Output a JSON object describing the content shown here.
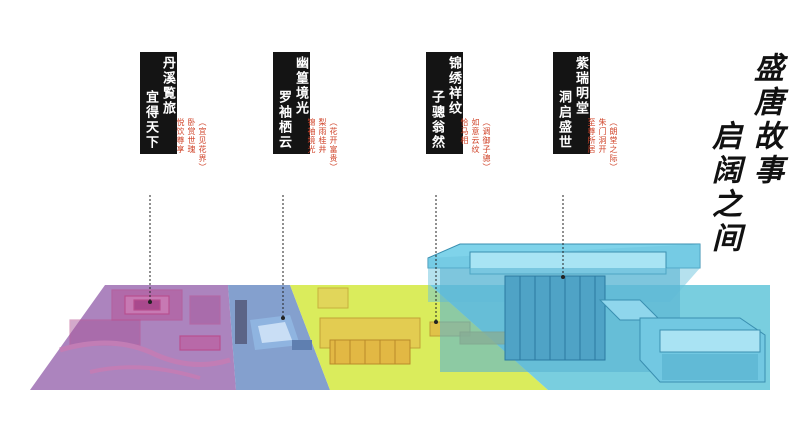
{
  "sections": [
    {
      "title": "丹溪覧旅",
      "subtitle": "宜得天下",
      "note_col1": "（宜见花界）",
      "note_col2": "卧赏世瑰",
      "note_col3": "悦饮尊享",
      "zone_color": "#9d6fb3"
    },
    {
      "title": "幽篁境光",
      "subtitle": "罗袖栖云",
      "note_col1": "（花开富贵）",
      "note_col2": "梨雨桂井",
      "note_col3": "锦袖境光",
      "zone_color": "#6f8fc6"
    },
    {
      "title": "锦绣祥纹",
      "subtitle": "子骢翁然",
      "note_col1": "（调御子骢）",
      "note_col2": "如意云纹",
      "note_col3": "恰马相",
      "zone_color": "#d6ea4a"
    },
    {
      "title": "紫瑞明堂",
      "subtitle": "洞启盛世",
      "note_col1": "（朗堂之际）",
      "note_col2": "朱门洞开",
      "note_col3": "至尊所居",
      "zone_color": "#62c6d9"
    }
  ],
  "slogan": {
    "line1": "盛唐故事",
    "line2": "启阔之间"
  }
}
